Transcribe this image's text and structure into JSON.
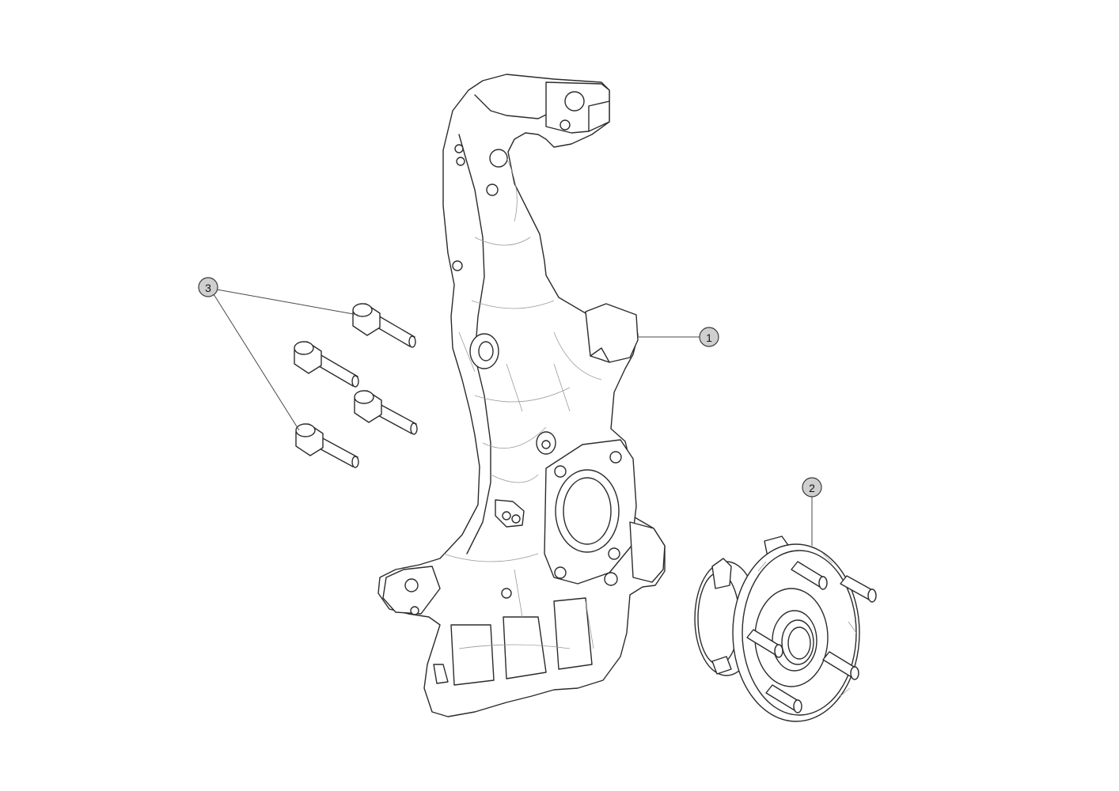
{
  "callouts": {
    "knuckle": {
      "label": "1",
      "color": "#cfcfcf"
    },
    "hub": {
      "label": "2",
      "color": "#cfcfcf"
    },
    "bolts": {
      "label": "3",
      "color": "#cfcfcf"
    }
  },
  "colors": {
    "line": "#2b2b2b",
    "detail": "#9a9a9a",
    "background": "#ffffff"
  }
}
